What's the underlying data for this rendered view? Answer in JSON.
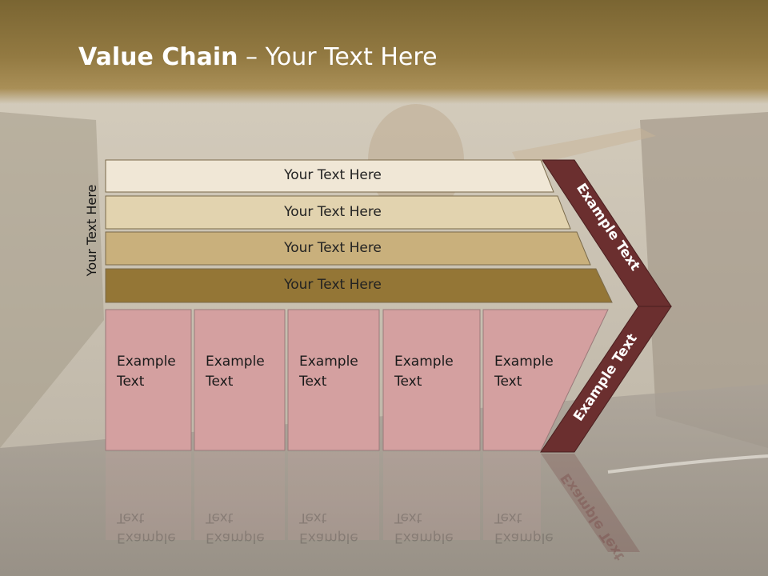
{
  "slide": {
    "title_bold": "Value Chain",
    "title_rest": " – Your Text Here",
    "side_label": "Your Text Here"
  },
  "bars": [
    {
      "label": "Your Text Here",
      "color": "#f0e7d6"
    },
    {
      "label": "Your Text Here",
      "color": "#e2d3af"
    },
    {
      "label": "Your Text Here",
      "color": "#c9b07c"
    },
    {
      "label": "Your Text Here",
      "color": "#947636"
    }
  ],
  "boxes": [
    {
      "line1": "Example",
      "line2": "Text"
    },
    {
      "line1": "Example",
      "line2": "Text"
    },
    {
      "line1": "Example",
      "line2": "Text"
    },
    {
      "line1": "Example",
      "line2": "Text"
    },
    {
      "line1": "Example",
      "line2": "Text"
    }
  ],
  "chevron": {
    "top_label": "Example Text",
    "bottom_label": "Example Text",
    "color": "#6b2f2f"
  },
  "colors": {
    "box_fill": "#d4a0a0",
    "title_bar": "#8c7440"
  }
}
